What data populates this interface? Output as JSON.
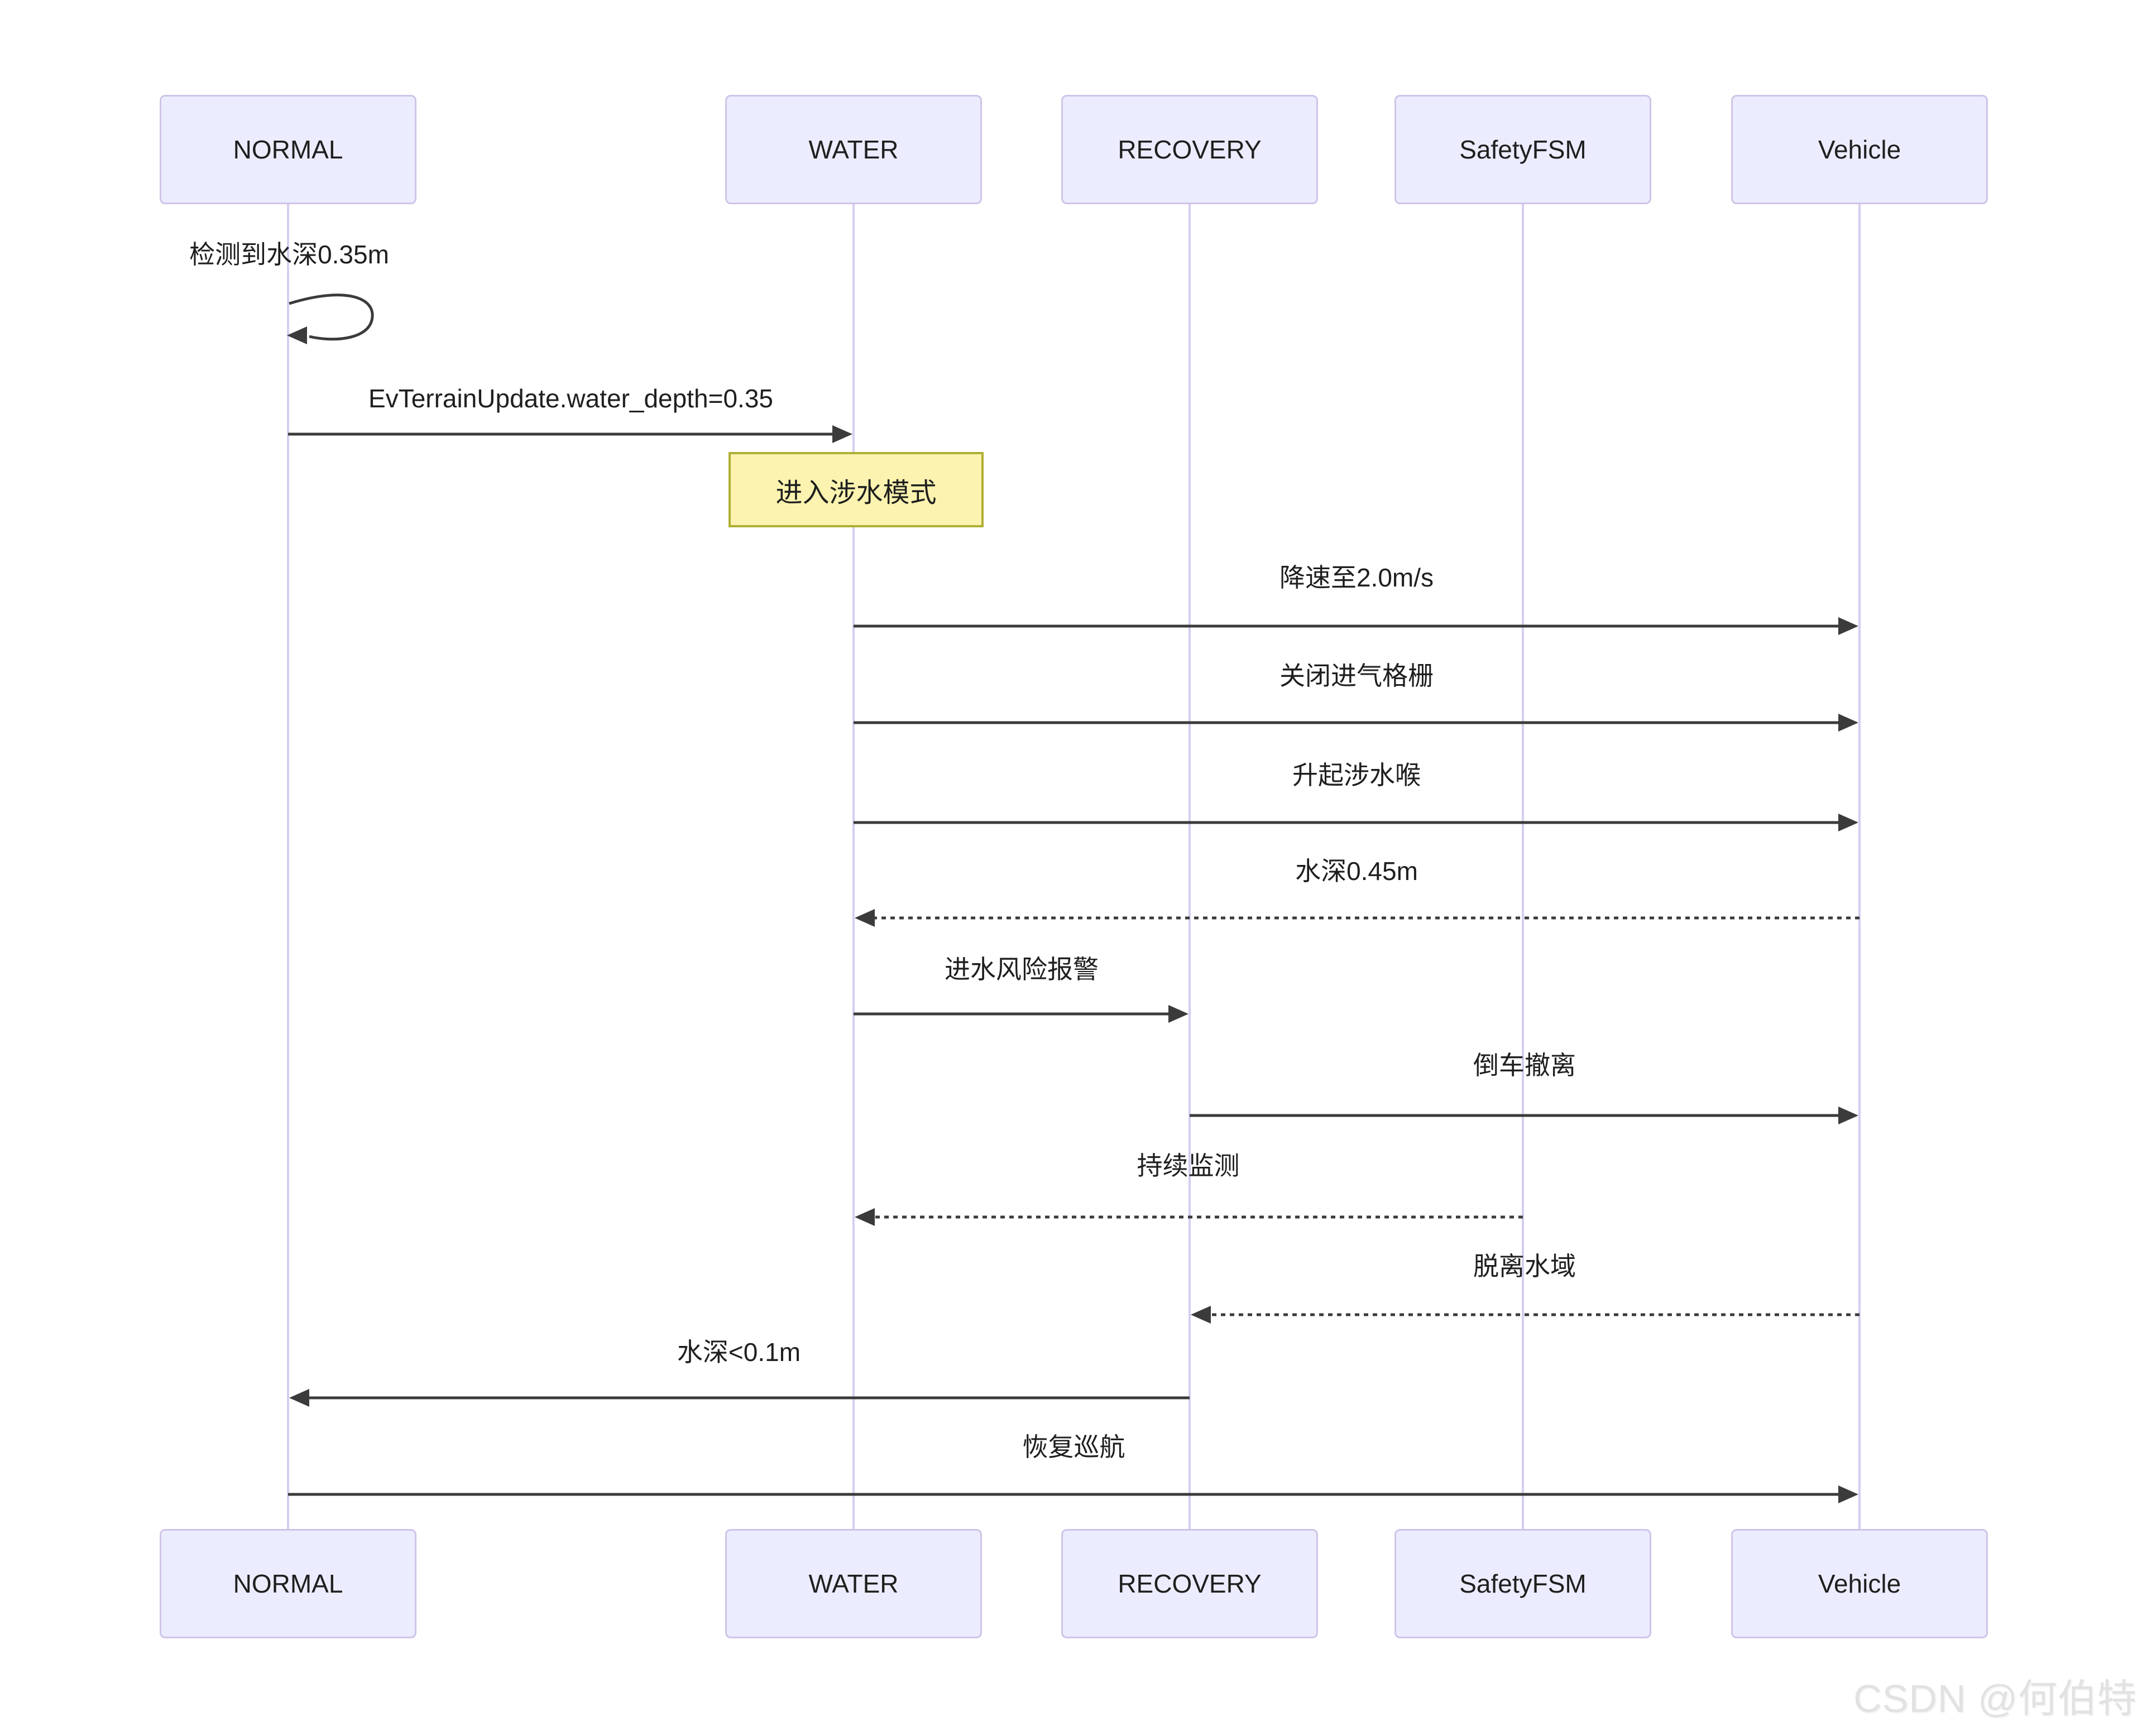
{
  "diagram": {
    "participants": [
      {
        "id": "NORMAL",
        "label": "NORMAL"
      },
      {
        "id": "WATER",
        "label": "WATER"
      },
      {
        "id": "RECOVERY",
        "label": "RECOVERY"
      },
      {
        "id": "SafetyFSM",
        "label": "SafetyFSM"
      },
      {
        "id": "Vehicle",
        "label": "Vehicle"
      }
    ],
    "note": {
      "text": "进入涉水模式",
      "over": "WATER"
    },
    "messages": [
      {
        "from": "NORMAL",
        "to": "NORMAL",
        "text": "检测到水深0.35m",
        "line": "solid",
        "kind": "self"
      },
      {
        "from": "NORMAL",
        "to": "WATER",
        "text": "EvTerrainUpdate.water_depth=0.35",
        "line": "solid",
        "kind": "normal"
      },
      {
        "from": "WATER",
        "to": "Vehicle",
        "text": "降速至2.0m/s",
        "line": "solid",
        "kind": "normal"
      },
      {
        "from": "WATER",
        "to": "Vehicle",
        "text": "关闭进气格栅",
        "line": "solid",
        "kind": "normal"
      },
      {
        "from": "WATER",
        "to": "Vehicle",
        "text": "升起涉水喉",
        "line": "solid",
        "kind": "normal"
      },
      {
        "from": "Vehicle",
        "to": "WATER",
        "text": "水深0.45m",
        "line": "dashed",
        "kind": "normal"
      },
      {
        "from": "WATER",
        "to": "RECOVERY",
        "text": "进水风险报警",
        "line": "solid",
        "kind": "normal"
      },
      {
        "from": "RECOVERY",
        "to": "Vehicle",
        "text": "倒车撤离",
        "line": "solid",
        "kind": "normal"
      },
      {
        "from": "SafetyFSM",
        "to": "WATER",
        "text": "持续监测",
        "line": "dashed",
        "kind": "normal"
      },
      {
        "from": "Vehicle",
        "to": "RECOVERY",
        "text": "脱离水域",
        "line": "dashed",
        "kind": "normal"
      },
      {
        "from": "RECOVERY",
        "to": "NORMAL",
        "text": "水深<0.1m",
        "line": "solid",
        "kind": "normal"
      },
      {
        "from": "NORMAL",
        "to": "Vehicle",
        "text": "恢复巡航",
        "line": "solid",
        "kind": "normal"
      }
    ]
  },
  "watermark": "CSDN @何伯特",
  "colors": {
    "bg": "#FFFFFF",
    "actor_fill": "#ECECFF",
    "actor_border": "#CFC4E8",
    "lifeline": "#D6CDF0",
    "arrow": "#3B3B3B",
    "note_fill": "#FBF3AF",
    "note_border": "#AFAF34",
    "text": "#1F1F1F",
    "watermark": "#E2E2E2"
  }
}
